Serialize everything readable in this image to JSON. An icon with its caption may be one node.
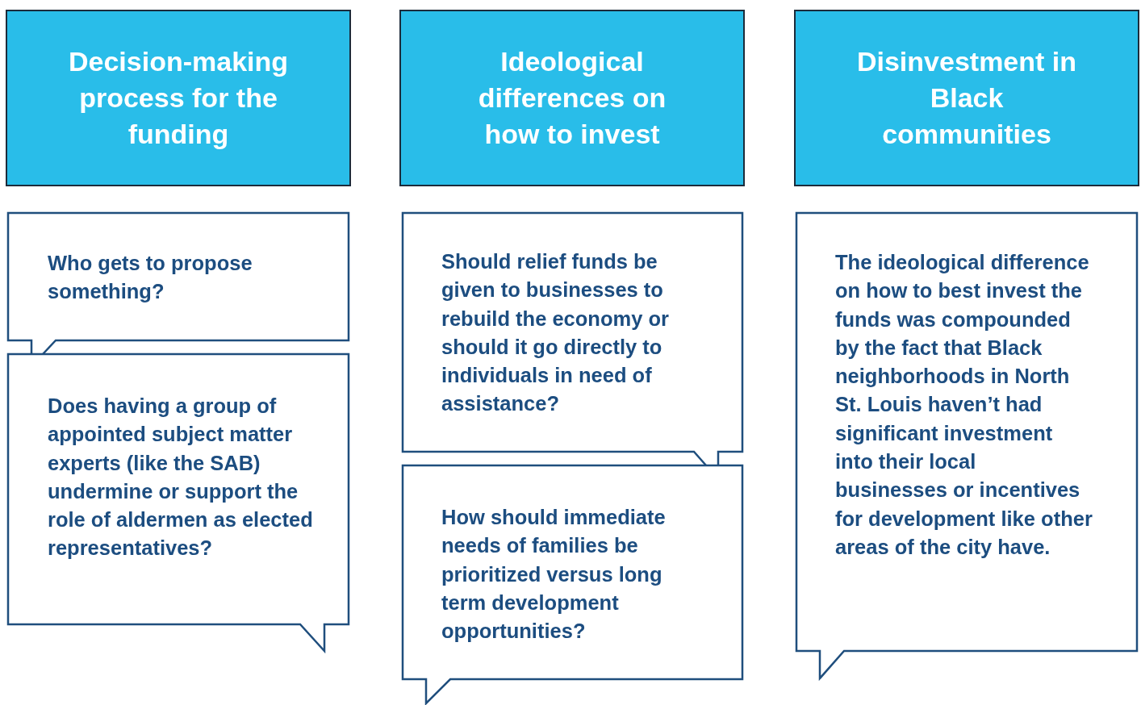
{
  "diagram": {
    "nodes": [
      {
        "text": [
          "Decision-making process for the funding"
        ]
      },
      {
        "text": [
          "Ideological differences on how to invest"
        ]
      },
      {
        "text": [
          "Disinvestment in Black communities"
        ]
      },
      {
        "text": [
          "Who gets to propose something?"
        ]
      },
      {
        "text": [
          "Does having a group of appointed subject matter experts (like the SAB) undermine or support the role of aldermen as elected representatives?"
        ]
      },
      {
        "text": [
          "Should relief funds be given to businesses to rebuild the economy or should it go directly to individuals in need of assistance?"
        ]
      },
      {
        "text": [
          "How should immediate needs of families be prioritized versus long term development opportunities?"
        ]
      },
      {
        "text": [
          "The ideological difference on how to best invest the funds was compounded by the fact that Black neighborhoods in North St. Louis haven’t had significant investment into their local businesses or incentives for development like other areas of the city have."
        ]
      }
    ]
  }
}
